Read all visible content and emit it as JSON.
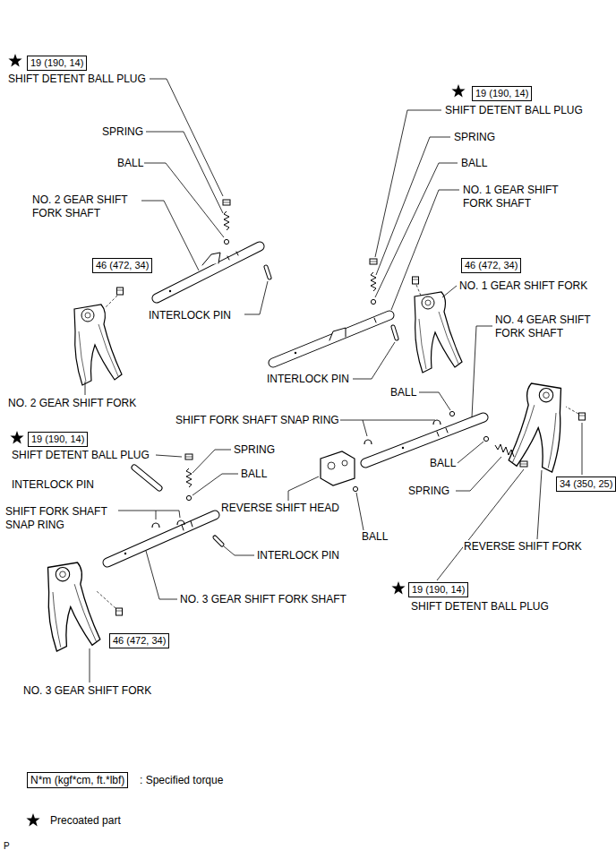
{
  "diagram": {
    "nodes": [
      {
        "text": [
          "19 (190, 14)"
        ]
      },
      {
        "text": [
          "19 (190, 14)"
        ]
      },
      {
        "text": [
          "46 (472, 34)"
        ]
      },
      {
        "text": [
          "46 (472, 34)"
        ]
      },
      {
        "text": [
          "19 (190, 14)"
        ]
      },
      {
        "text": [
          "34 (350, 25)"
        ]
      },
      {
        "text": [
          "19 (190, 14)"
        ]
      },
      {
        "text": [
          "46 (472, 34)"
        ]
      },
      {
        "text": [
          "N*m (kgf*cm, ft.*lbf)"
        ]
      }
    ],
    "labels": [
      "SHIFT DETENT BALL PLUG",
      "SPRING",
      "BALL",
      "NO. 2 GEAR SHIFT FORK SHAFT",
      "INTERLOCK PIN",
      "NO. 2 GEAR SHIFT FORK",
      "SHIFT DETENT BALL PLUG",
      "SPRING",
      "BALL",
      "NO. 1 GEAR SHIFT FORK SHAFT",
      "NO. 1 GEAR SHIFT FORK",
      "NO. 4 GEAR SHIFT FORK SHAFT",
      "INTERLOCK PIN",
      "BALL",
      "SHIFT FORK SHAFT SNAP RING",
      "SHIFT DETENT BALL PLUG",
      "SPRING",
      "BALL",
      "INTERLOCK PIN",
      "SHIFT FORK SHAFT SNAP RING",
      "BALL",
      "REVERSE SHIFT HEAD",
      "SPRING",
      "BALL",
      "INTERLOCK PIN",
      "REVERSE SHIFT FORK",
      "NO. 3 GEAR SHIFT FORK SHAFT",
      "SHIFT DETENT BALL PLUG",
      "NO. 3 GEAR SHIFT FORK",
      "P"
    ],
    "legend": [
      {
        "text": ": Specified torque"
      },
      {
        "text": "Precoated part"
      }
    ]
  }
}
